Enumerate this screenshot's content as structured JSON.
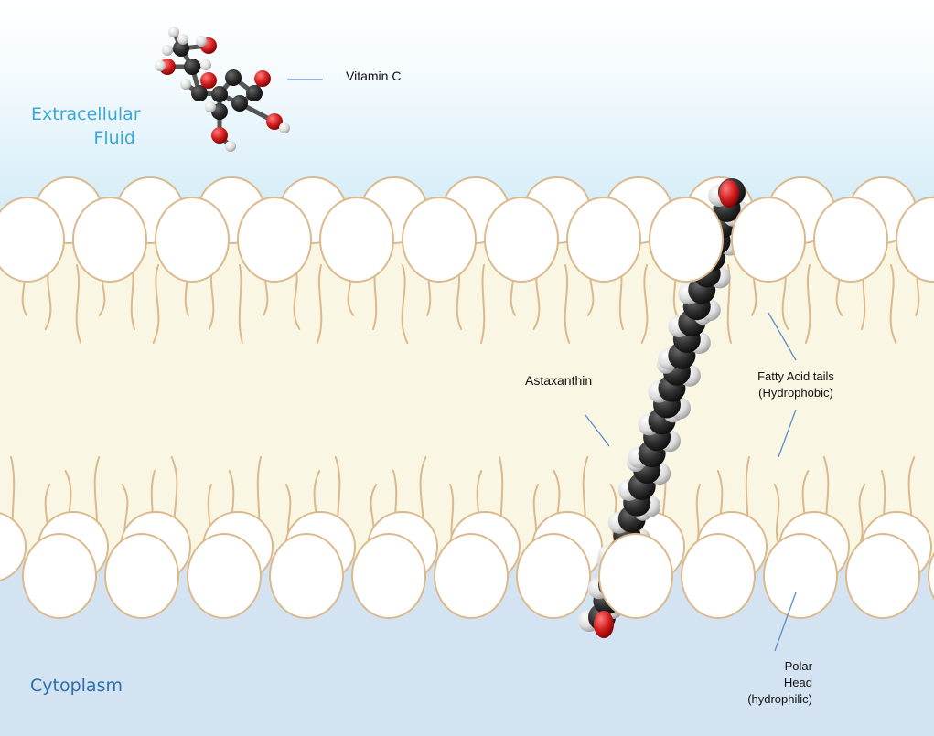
{
  "regions": {
    "extracellular": "Extracellular\nFluid",
    "cytoplasm": "Cytoplasm"
  },
  "labels": {
    "vitamin_c": "Vitamin C",
    "astaxanthin": "Astaxanthin",
    "fatty_acid_tails": "Fatty Acid tails\n(Hydrophobic)",
    "polar_head": "Polar\nHead\n(hydrophilic)"
  },
  "colors": {
    "extracellular_fluid": "#d6ecf7",
    "cytoplasm": "#d3e3f2",
    "lipid_core": "#faf6e4",
    "lipid_outline": "#dcb98c",
    "leader_line": "#5b8ec9",
    "carbon_atom": "#2b2b2b",
    "hydrogen_atom": "#e2e2e2",
    "oxygen_atom": "#d41f1f"
  }
}
